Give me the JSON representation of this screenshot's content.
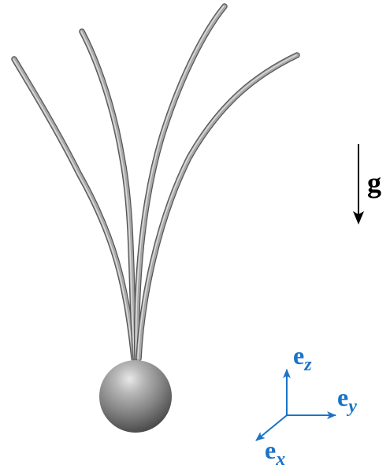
{
  "gravity": {
    "label": "g",
    "color": "#000000"
  },
  "axes": {
    "color": "#1a73c9",
    "ez": {
      "base": "e",
      "sub": "z"
    },
    "ey": {
      "base": "e",
      "sub": "y"
    },
    "ex": {
      "base": "e",
      "sub": "x"
    }
  },
  "filaments": {
    "count": 4,
    "color": "#8e8e8e"
  },
  "sphere": {
    "color": "#7a7a7a"
  }
}
